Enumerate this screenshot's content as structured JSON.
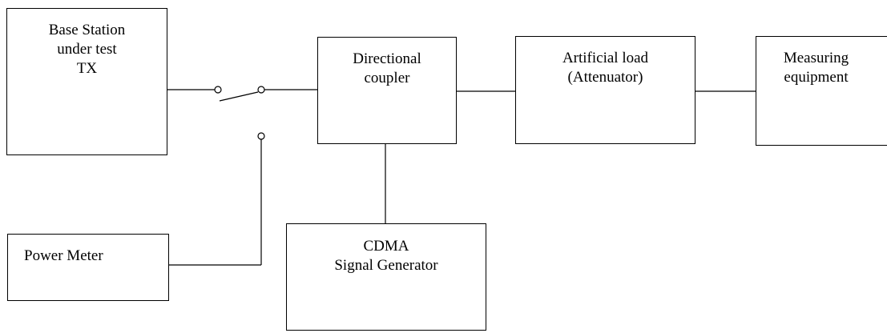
{
  "blocks": {
    "base_station": {
      "lines": [
        "Base Station",
        "under test",
        "TX"
      ]
    },
    "directional_coupler": {
      "lines": [
        "Directional",
        "coupler"
      ]
    },
    "artificial_load": {
      "lines": [
        "Artificial load",
        "(Attenuator)"
      ]
    },
    "measuring_equipment": {
      "lines": [
        "Measuring",
        "equipment"
      ]
    },
    "power_meter": {
      "lines": [
        "Power Meter"
      ]
    },
    "cdma_generator": {
      "lines": [
        "CDMA",
        "Signal Generator"
      ]
    }
  },
  "colors": {
    "line": "#000000",
    "background": "#ffffff"
  }
}
